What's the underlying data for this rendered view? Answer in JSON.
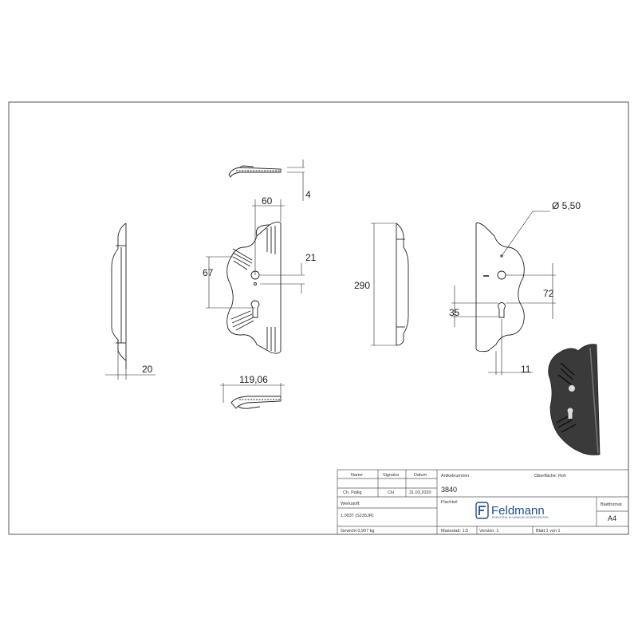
{
  "dimensions": {
    "d_4": "4",
    "d_60": "60",
    "d_21": "21",
    "d_67": "67",
    "d_290": "290",
    "d_20": "20",
    "d_119": "119,06",
    "d_hole": "Ø 5,50",
    "d_72": "72",
    "d_35": "35",
    "d_11": "11"
  },
  "title_block": {
    "head_name": "Name",
    "head_signatur": "Signatur",
    "head_datum": "Datum",
    "drawn_name": "Ch. Pallig",
    "drawn_signatur": "CH",
    "drawn_datum": "31.03.2020",
    "artikelnummer_label": "Artikelnummer",
    "artikelnummer": "3840",
    "oberflaeche": "Oberfläche:  Roh",
    "benennung_label": "Flachteil",
    "werkstoff_label": "Werkstoff:",
    "werkstoff": "1.0037 (S235JR)",
    "gewicht": "Gewicht 0,907 kg",
    "massstab": "Massstab: 1:5",
    "version": "Version: 1",
    "blatt": "Blatt 1 von 1",
    "blattformat_label": "Blattformat",
    "blattformat": "A4",
    "logo_text": "Feldmann",
    "logo_tagline": "EDELSTAHL ALUMINIUM SCHMIEDEEISEN"
  },
  "colors": {
    "line": "#222222",
    "border": "#555555",
    "part_fill": "#3a3a3a",
    "brand": "#1f4e8c"
  }
}
